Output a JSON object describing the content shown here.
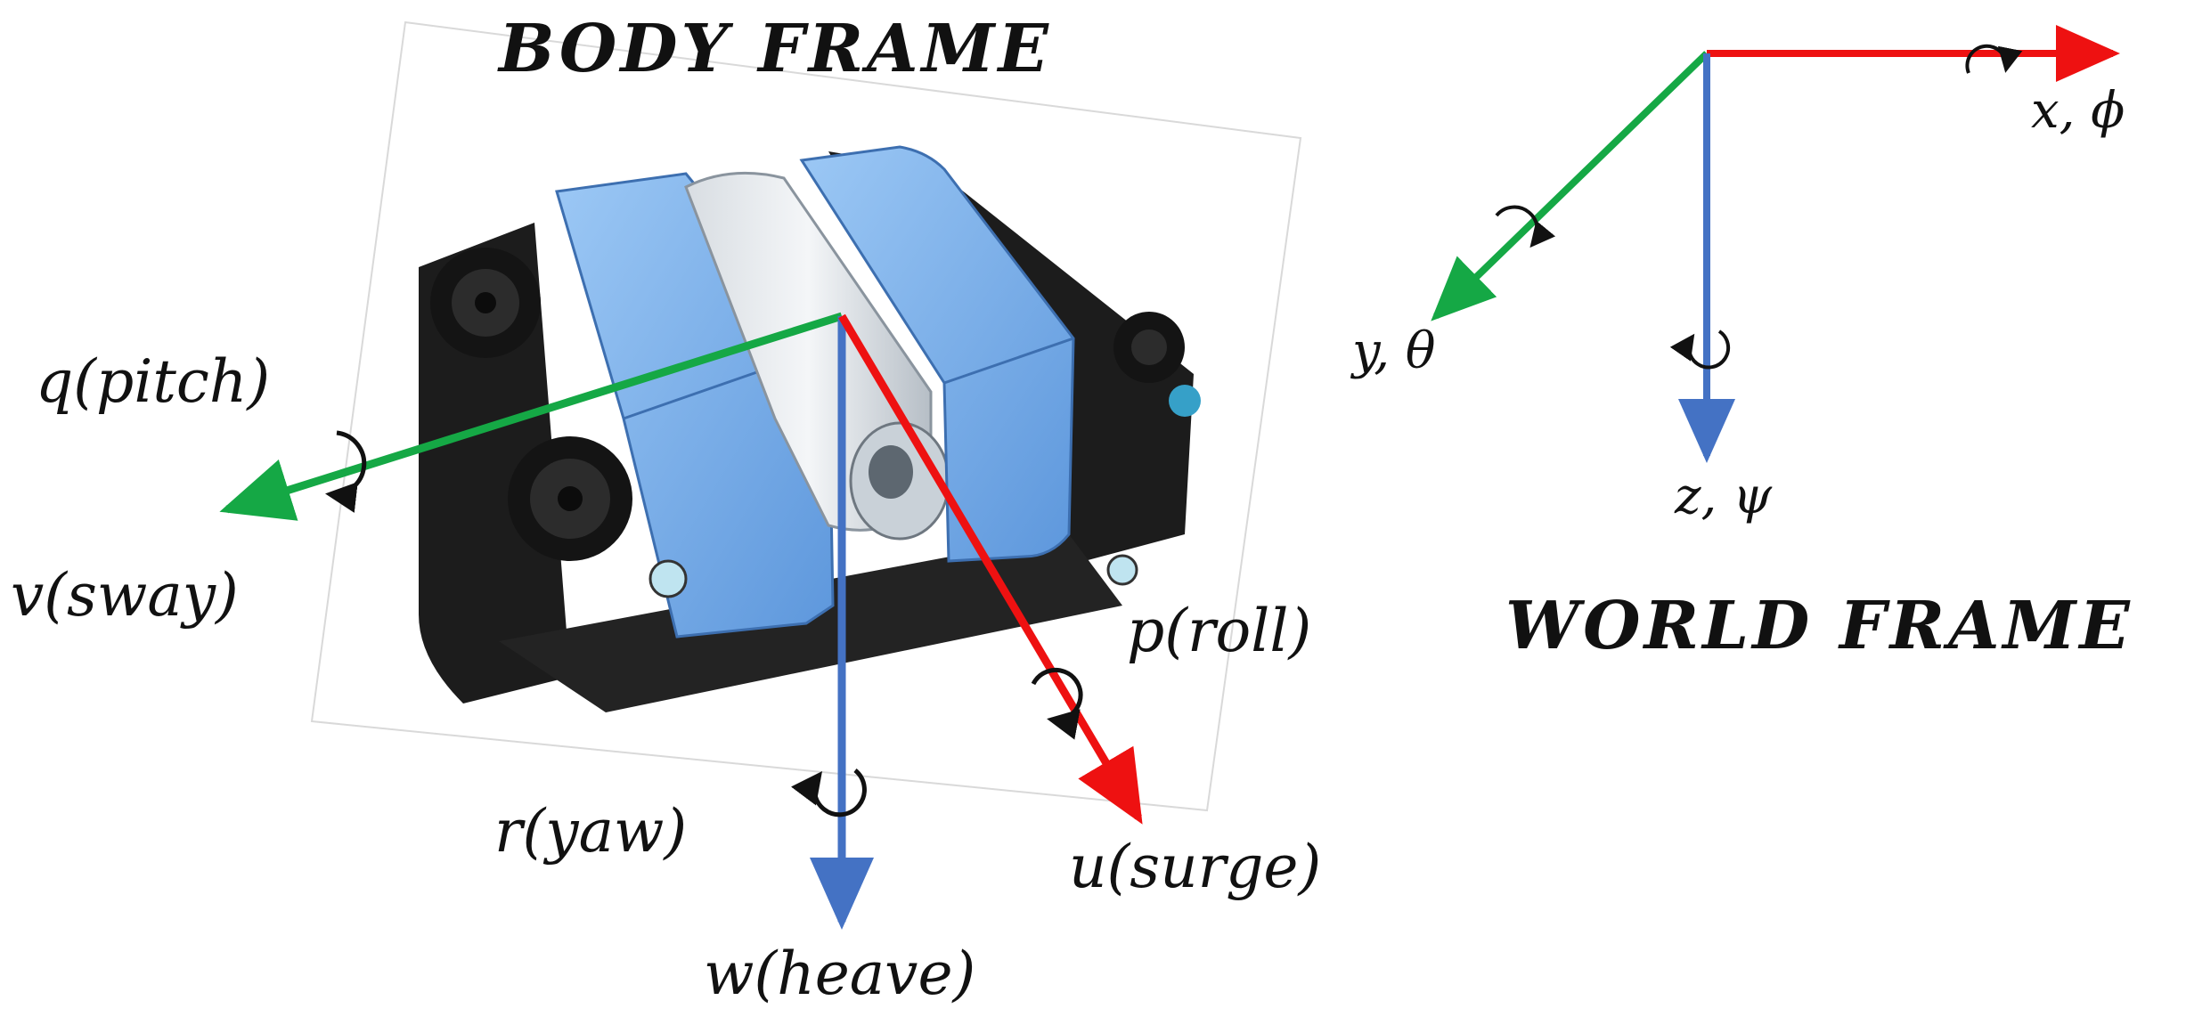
{
  "body_frame": {
    "title": "BODY FRAME",
    "labels": {
      "pitch": "q(pitch)",
      "sway": "v(sway)",
      "roll": "p(roll)",
      "yaw": "r(yaw)",
      "surge": "u(surge)",
      "heave": "w(heave)"
    }
  },
  "world_frame": {
    "title": "WORLD FRAME",
    "labels": {
      "x": "x, ϕ",
      "y": "y, θ",
      "z": "z, ψ"
    }
  },
  "colors": {
    "x_axis": "#ee1111",
    "y_axis": "#15a845",
    "z_axis": "#4472c4",
    "text": "#111111",
    "rov_blue": "#7fb3ec",
    "rov_frame": "#1c1c1c"
  }
}
